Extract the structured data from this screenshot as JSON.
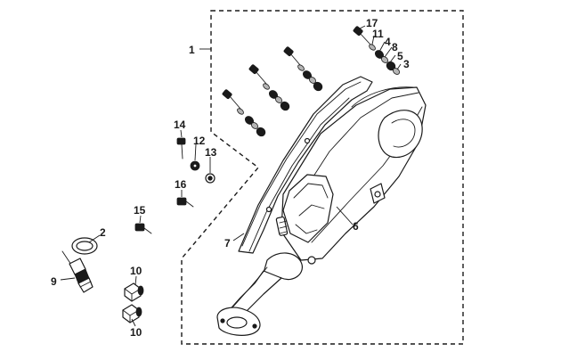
{
  "callouts": {
    "c1": "1",
    "c2": "2",
    "c3": "3",
    "c4": "4",
    "c5": "5",
    "c6": "6",
    "c7": "7",
    "c8": "8",
    "c9": "9",
    "c10a": "10",
    "c10b": "10",
    "c11": "11",
    "c12": "12",
    "c13": "13",
    "c14": "14",
    "c15": "15",
    "c16": "16",
    "c17": "17"
  }
}
